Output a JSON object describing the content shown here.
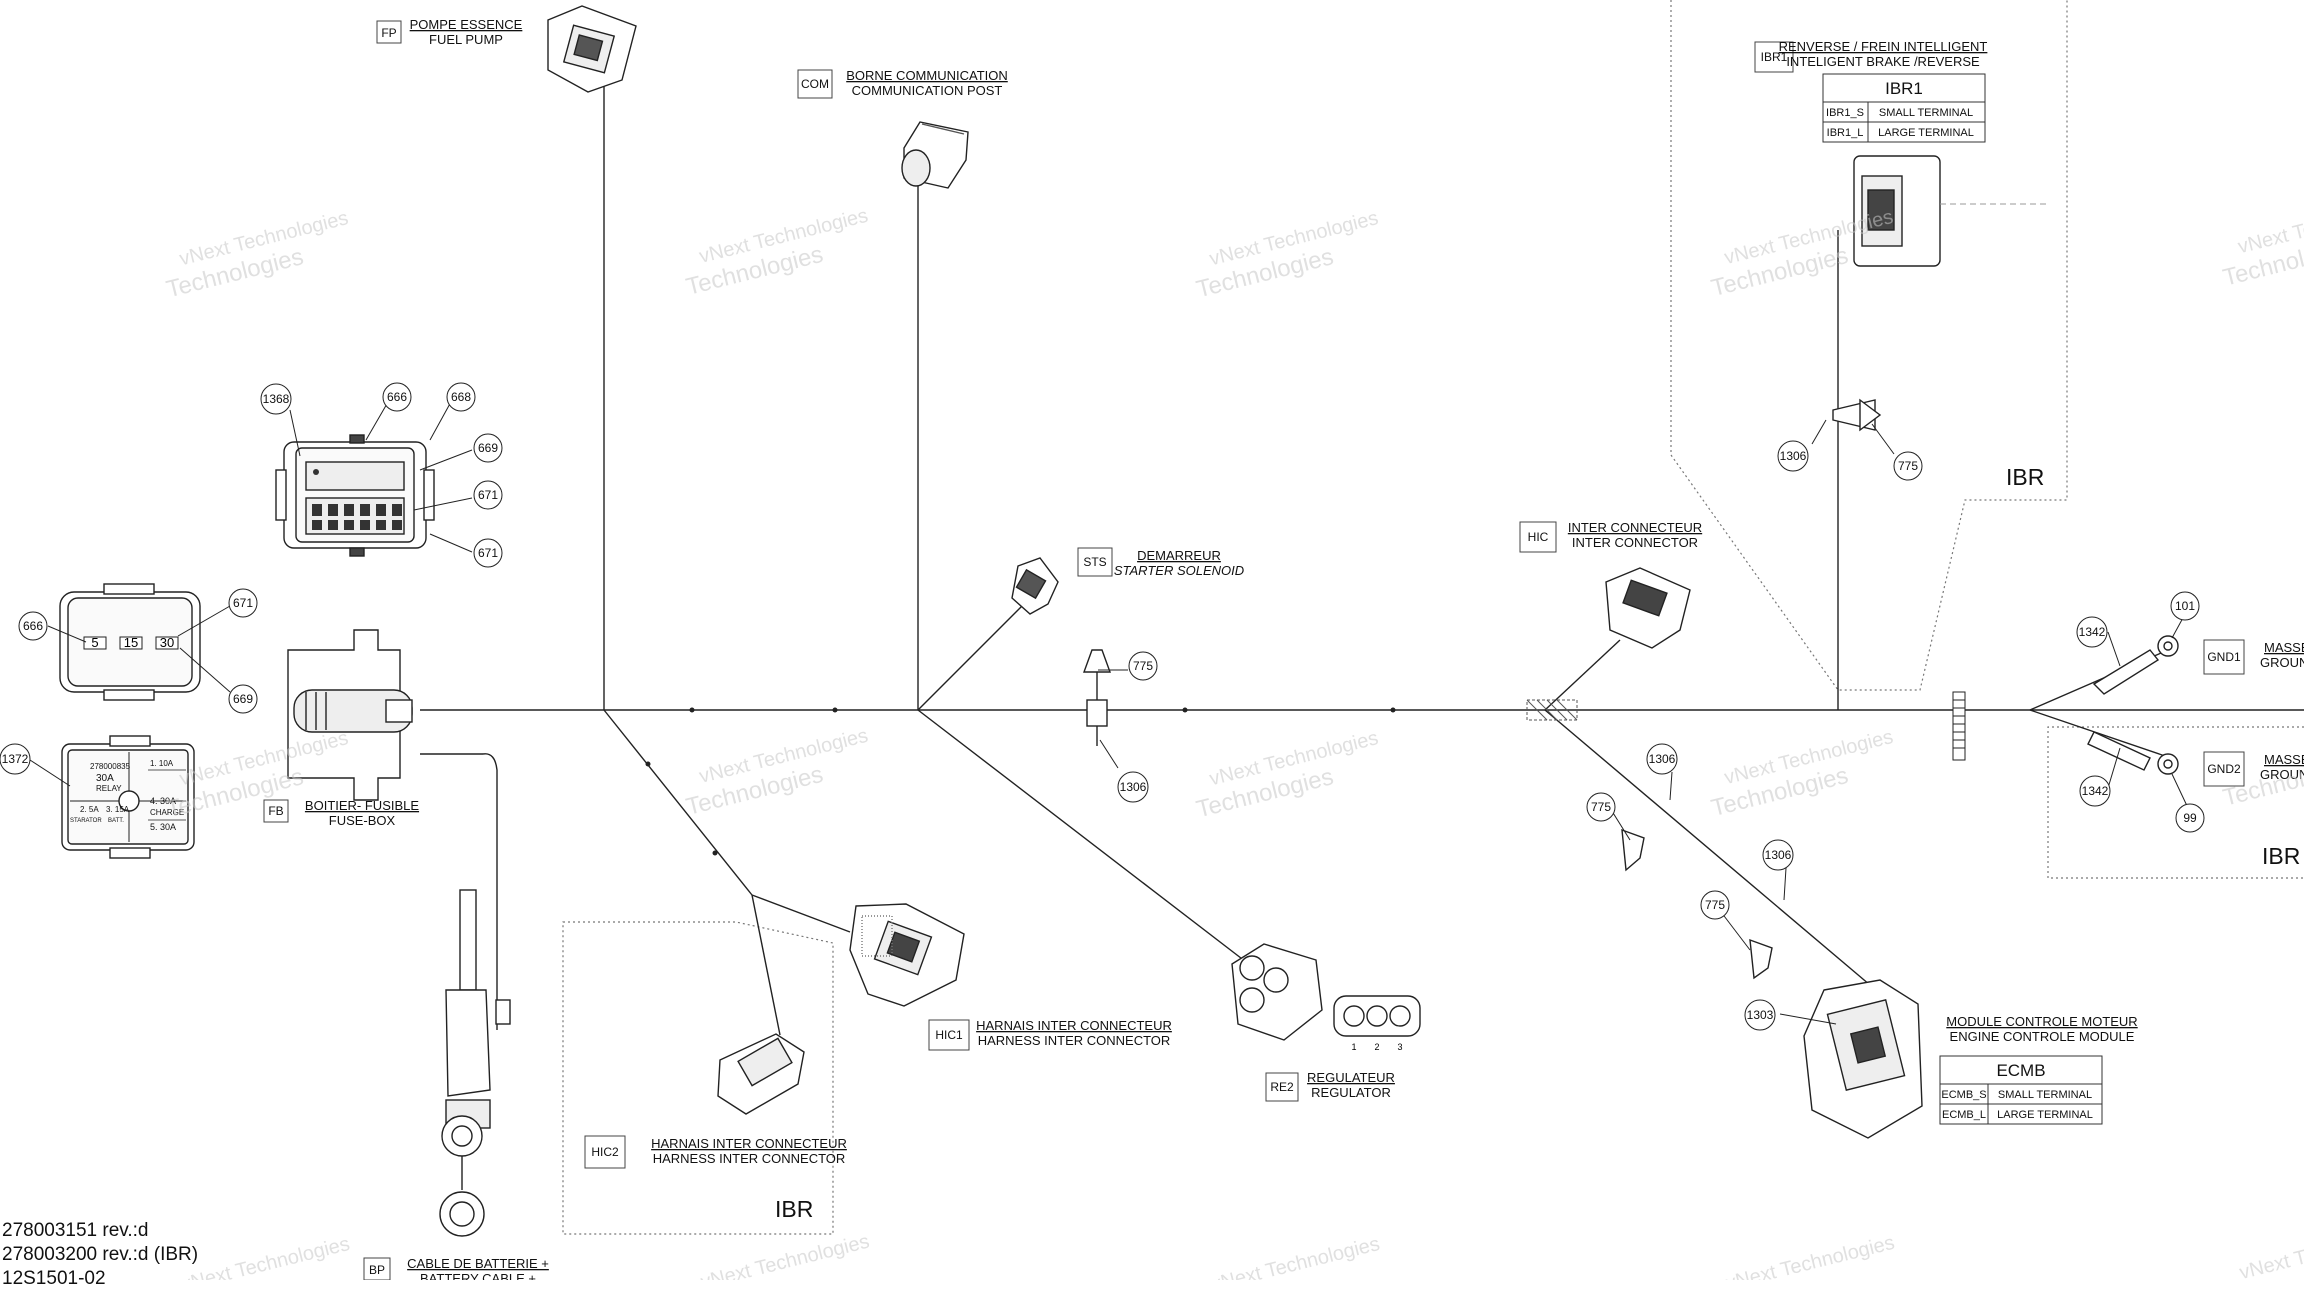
{
  "labels": {
    "fp": {
      "code": "FP",
      "fr": "POMPE ESSENCE",
      "en": "FUEL PUMP"
    },
    "com": {
      "code": "COM",
      "fr": "BORNE COMMUNICATION",
      "en": "COMMUNICATION POST"
    },
    "ibr1": {
      "code": "IBR1",
      "fr": "RENVERSE / FREIN INTELLIGENT",
      "en": "INTELIGENT BRAKE /REVERSE",
      "table_title": "IBR1",
      "rows": [
        [
          "IBR1_S",
          "SMALL TERMINAL"
        ],
        [
          "IBR1_L",
          "LARGE TERMINAL"
        ]
      ]
    },
    "sts": {
      "code": "STS",
      "fr": "DEMARREUR",
      "en": "STARTER SOLENOID"
    },
    "hic": {
      "code": "HIC",
      "fr": "INTER CONNECTEUR",
      "en": "INTER CONNECTOR"
    },
    "fb": {
      "code": "FB",
      "fr": "BOITIER- FUSIBLE",
      "en": "FUSE-BOX"
    },
    "hic1": {
      "code": "HIC1",
      "fr": "HARNAIS INTER CONNECTEUR",
      "en": "HARNESS INTER CONNECTOR"
    },
    "hic2": {
      "code": "HIC2",
      "fr": "HARNAIS INTER CONNECTEUR",
      "en": "HARNESS INTER CONNECTOR"
    },
    "re2": {
      "code": "RE2",
      "fr": "REGULATEUR",
      "en": "REGULATOR"
    },
    "ecmb": {
      "fr": "MODULE CONTROLE MOTEUR",
      "en": "ENGINE CONTROLE MODULE",
      "table_title": "ECMB",
      "rows": [
        [
          "ECMB_S",
          "SMALL TERMINAL"
        ],
        [
          "ECMB_L",
          "LARGE TERMINAL"
        ]
      ]
    },
    "gnd1": {
      "code": "GND1",
      "fr": "MASSE",
      "en": "GROUND"
    },
    "gnd2": {
      "code": "GND2",
      "fr": "MASSE",
      "en": "GROUND"
    },
    "bp": {
      "code": "BP",
      "fr": "CABLE DE BATTERIE +",
      "en": "BATTERY CABLE +"
    }
  },
  "zones": {
    "ibr_label": "IBR"
  },
  "refs": {
    "r1368": "1368",
    "r666a": "666",
    "r668": "668",
    "r669a": "669",
    "r671a": "671",
    "r671b": "671",
    "r666b": "666",
    "r671c": "671",
    "r669b": "669",
    "r1372": "1372",
    "r775a": "775",
    "r1306a": "1306",
    "r1306b": "1306",
    "r775b": "775",
    "r1306c": "1306",
    "r775c": "775",
    "r1306d": "1306",
    "r775d": "775",
    "r1303": "1303",
    "r1342a": "1342",
    "r101": "101",
    "r1342b": "1342",
    "r99": "99"
  },
  "fusebox_text": {
    "relay_code": "278000835",
    "relay_amp": "30A",
    "relay_word": "RELAY",
    "f1": "1.  10A",
    "f2": "2.   5A",
    "f3": "3.  15A",
    "f4": "4.  30A",
    "f5": "5.  30A",
    "c1": "STARATOR",
    "c2": "BATT.",
    "c3": "CHARGE",
    "pin5": "5",
    "pin15": "15",
    "pin30": "30"
  },
  "regulator_pins": [
    "1",
    "2",
    "3"
  ],
  "watermark": {
    "line1": "vNext Technologies",
    "line2": "Technologies"
  },
  "footer": {
    "line1": "278003151 rev.:d",
    "line2": "278003200 rev.:d (IBR)",
    "line3": "12S1501-02"
  }
}
